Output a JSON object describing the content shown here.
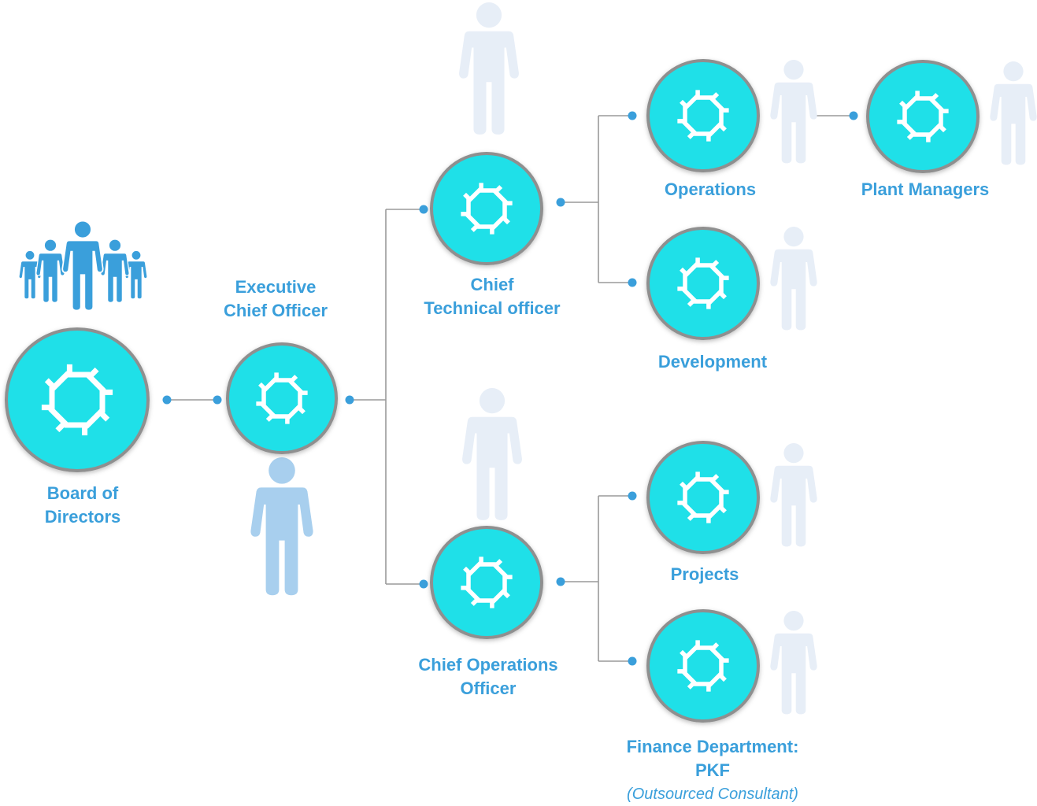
{
  "colors": {
    "node_fill": "#1fe0e8",
    "node_ring": "#8f8f8f",
    "label": "#3a9fdb",
    "connector_line": "#9a9a9a",
    "connector_dot": "#3a9fdb",
    "person_active": "#a8cfee",
    "person_faded": "#e7eef7",
    "group_icon": "#3a9fdb",
    "emblem": "#ffffff"
  },
  "nodes": {
    "board": {
      "lines": [
        "Board of",
        "Directors"
      ]
    },
    "ceo": {
      "lines": [
        "Executive",
        "Chief Officer"
      ]
    },
    "cto": {
      "lines": [
        "Chief",
        "Technical officer"
      ]
    },
    "coo": {
      "lines": [
        "Chief Operations",
        "Officer"
      ]
    },
    "operations": {
      "lines": [
        "Operations"
      ]
    },
    "plant_managers": {
      "lines": [
        "Plant Managers"
      ]
    },
    "development": {
      "lines": [
        "Development"
      ]
    },
    "projects": {
      "lines": [
        "Projects"
      ]
    },
    "finance": {
      "lines": [
        "Finance Department:",
        "PKF"
      ],
      "note": "(Outsourced Consultant)"
    }
  },
  "icons": {
    "node_emblem": "company-logo-icon",
    "person": "person-icon",
    "group": "group-of-people-icon"
  }
}
